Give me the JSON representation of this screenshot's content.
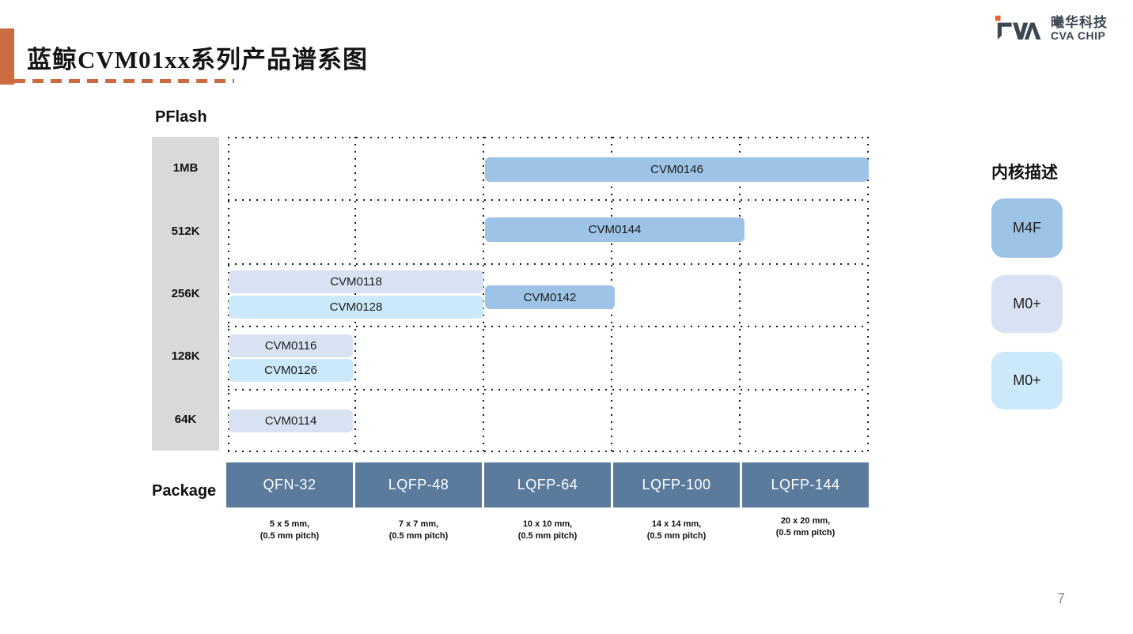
{
  "header": {
    "title": "蓝鲸CVM01xx系列产品谱系图",
    "logo": {
      "company_cn": "曦华科技",
      "company_en": "CVA CHIP"
    }
  },
  "chart": {
    "y_axis_label": "PFlash",
    "x_axis_label": "Package",
    "flash_sizes": [
      "1MB",
      "512K",
      "256K",
      "128K",
      "64K"
    ],
    "packages": [
      {
        "name": "QFN-32",
        "size": "5 x 5 mm,",
        "pitch": "(0.5 mm pitch)"
      },
      {
        "name": "LQFP-48",
        "size": "7 x 7 mm,",
        "pitch": "(0.5 mm pitch)"
      },
      {
        "name": "LQFP-64",
        "size": "10 x 10 mm,",
        "pitch": "(0.5 mm pitch)"
      },
      {
        "name": "LQFP-100",
        "size": "14 x 14 mm,",
        "pitch": "(0.5 mm pitch)"
      },
      {
        "name": "LQFP-144",
        "size": "20 x 20 mm,",
        "pitch": "(0.5 mm pitch)"
      }
    ],
    "products": [
      {
        "label": "CVM0146",
        "core": "M4F",
        "flash": "1MB",
        "packages": [
          "LQFP-64",
          "LQFP-100",
          "LQFP-144"
        ],
        "color": "#9DC3E6"
      },
      {
        "label": "CVM0144",
        "core": "M4F",
        "flash": "512K",
        "packages": [
          "LQFP-64",
          "LQFP-100"
        ],
        "color": "#9DC3E6"
      },
      {
        "label": "CVM0118",
        "core": "M0+",
        "flash": "256K",
        "packages": [
          "QFN-32",
          "LQFP-48"
        ],
        "color": "#D9E2F3"
      },
      {
        "label": "CVM0128",
        "core": "M0+",
        "flash": "256K",
        "packages": [
          "QFN-32",
          "LQFP-48"
        ],
        "color": "#CBE9F9"
      },
      {
        "label": "CVM0142",
        "core": "M4F",
        "flash": "256K",
        "packages": [
          "LQFP-64"
        ],
        "color": "#9DC3E6"
      },
      {
        "label": "CVM0116",
        "core": "M0+",
        "flash": "128K",
        "packages": [
          "QFN-32"
        ],
        "color": "#D9E2F3"
      },
      {
        "label": "CVM0126",
        "core": "M0+",
        "flash": "128K",
        "packages": [
          "QFN-32"
        ],
        "color": "#CBE9F9"
      },
      {
        "label": "CVM0114",
        "core": "M0+",
        "flash": "64K",
        "packages": [
          "QFN-32"
        ],
        "color": "#D9E2F3"
      }
    ]
  },
  "legend": {
    "title": "内核描述",
    "items": [
      {
        "label": "M4F",
        "color": "#9DC3E6"
      },
      {
        "label": "M0+",
        "color": "#D9E2F3"
      },
      {
        "label": "M0+",
        "color": "#CBE9F9"
      }
    ]
  },
  "colors": {
    "accent_orange": "#CC6B3F",
    "package_header": "#5B7B9D",
    "axis_gray": "#D9D9D9",
    "logo_dark": "#3D4752"
  },
  "page_number": "7"
}
